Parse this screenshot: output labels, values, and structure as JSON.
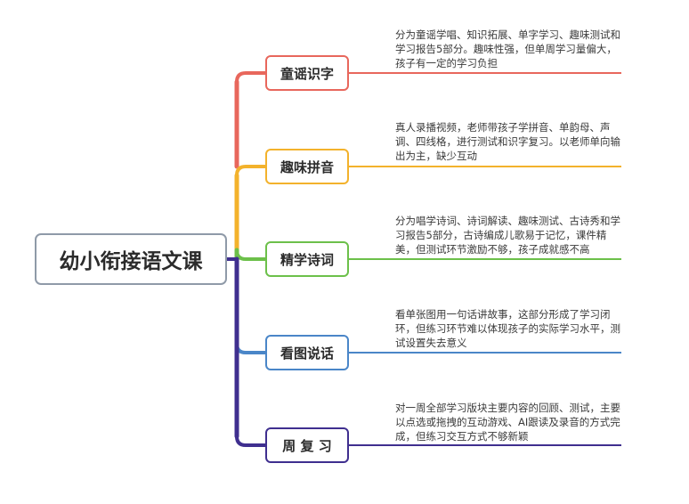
{
  "root": {
    "label": "幼小衔接语文课"
  },
  "branches": [
    {
      "label": "童谣识字",
      "color": "#e8675c",
      "desc": "分为童谣学唱、知识拓展、单字学习、趣味测试和学习报告5部分。趣味性强，但单周学习量偏大，孩子有一定的学习负担"
    },
    {
      "label": "趣味拼音",
      "color": "#f3b22c",
      "desc": "真人录播视频，老师带孩子学拼音、单韵母、声调、四线格，进行测试和识字复习。以老师单向输出为主，缺少互动"
    },
    {
      "label": "精学诗词",
      "color": "#6cc04a",
      "desc": "分为唱学诗词、诗词解读、趣味测试、古诗秀和学习报告5部分，古诗编成儿歌易于记忆，课件精美，但测试环节激励不够，孩子成就感不高"
    },
    {
      "label": "看图说话",
      "color": "#4a86c8",
      "desc": "看单张图用一句话讲故事，这部分形成了学习闭环，但练习环节难以体现孩子的实际学习水平，测试设置失去意义"
    },
    {
      "label": "周 复 习",
      "color": "#3f2f8f",
      "desc": "对一周全部学习版块主要内容的回顾、测试，主要以点选或拖拽的互动游戏、AI跟读及录音的方式完成，但练习交互方式不够新颖"
    }
  ]
}
